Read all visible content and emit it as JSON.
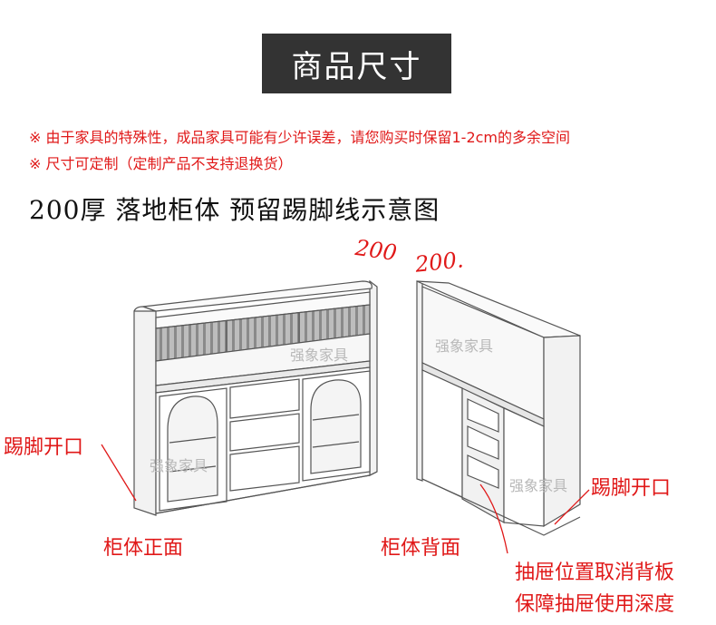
{
  "title": "商品尺寸",
  "notices": [
    "※ 由于家具的特殊性，成品家具可能有少许误差，请您购买时保留1-2cm的多余空间",
    "※ 尺寸可定制（定制产品不支持退换货）"
  ],
  "heading": "200厚  落地柜体  预留踢脚线示意图",
  "handwritten": [
    "200",
    "200."
  ],
  "labels": {
    "kick_left": "踢脚开口",
    "kick_right": "踢脚开口",
    "front": "柜体正面",
    "back": "柜体背面",
    "note_line1": "抽屉位置取消背板",
    "note_line2": "保障抽屉使用深度"
  },
  "watermark": "强象家具",
  "colors": {
    "accent": "#e01818",
    "title_bg": "#333333",
    "line": "#555555"
  }
}
